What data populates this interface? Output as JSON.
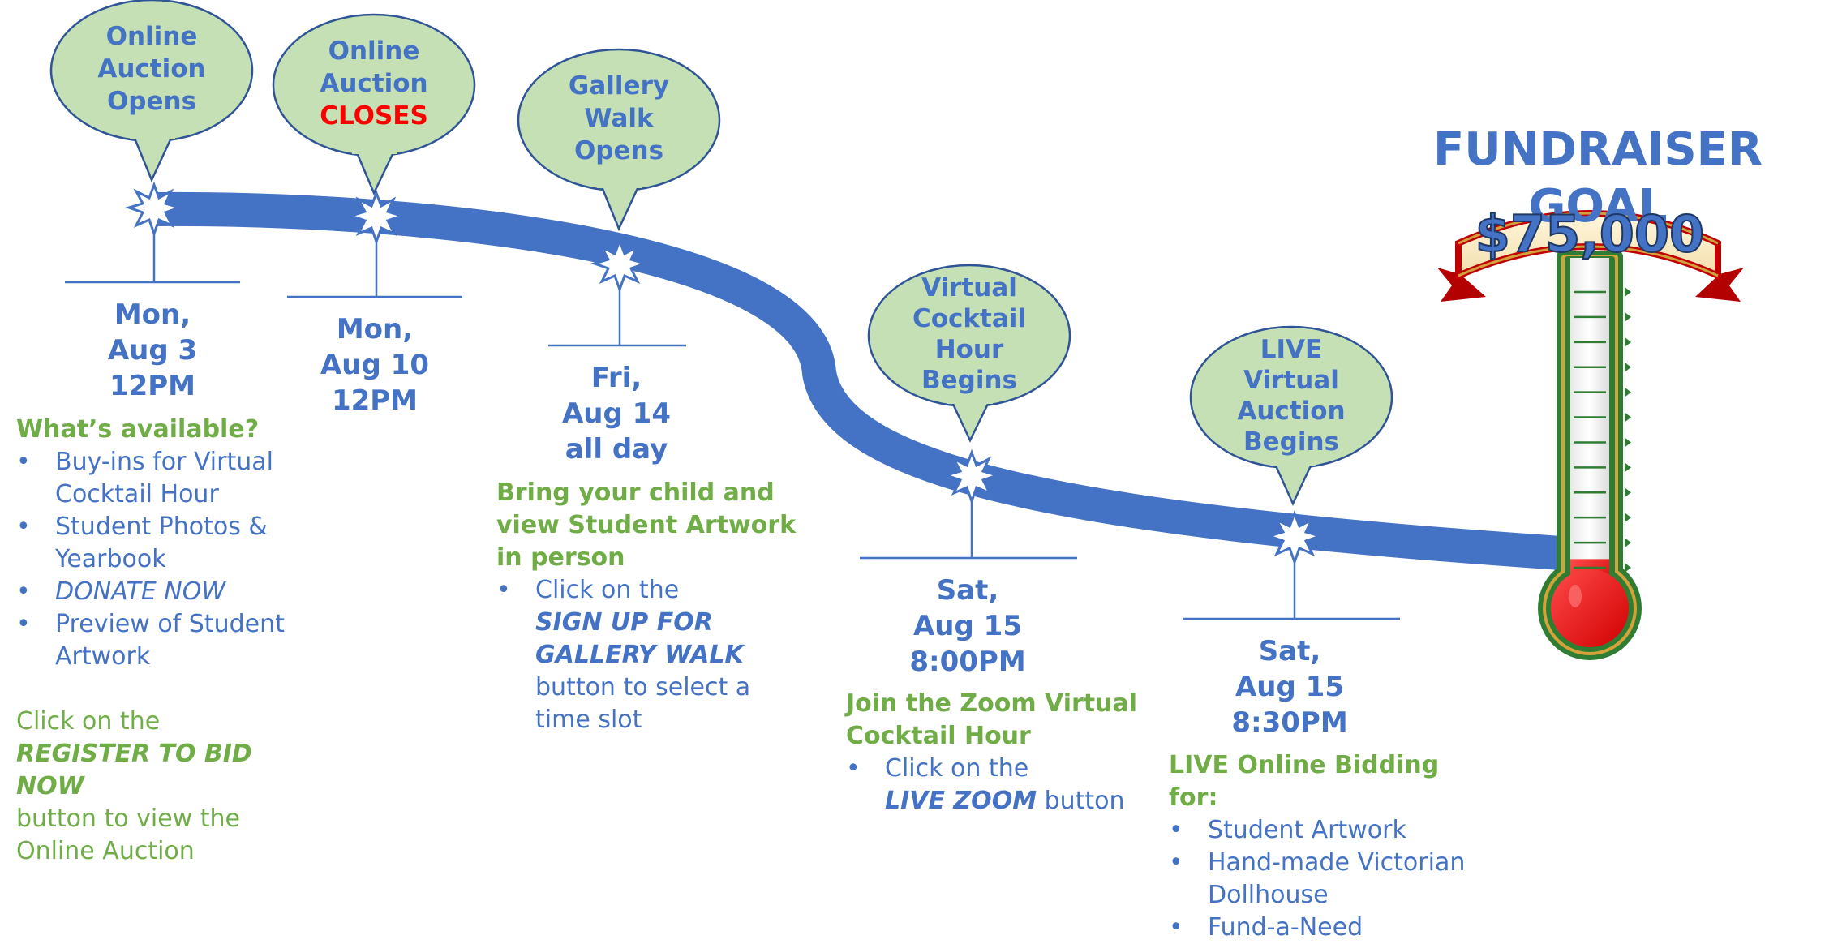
{
  "milestones": [
    {
      "bubble": [
        "Online",
        "Auction",
        "Opens"
      ],
      "date": [
        "Mon,",
        "Aug 3",
        "12PM"
      ]
    },
    {
      "bubble": [
        "Online",
        "Auction"
      ],
      "bubble_red": "CLOSES",
      "date": [
        "Mon,",
        "Aug 10",
        "12PM"
      ]
    },
    {
      "bubble": [
        "Gallery",
        "Walk",
        "Opens"
      ],
      "date": [
        "Fri,",
        "Aug 14",
        "all day"
      ]
    },
    {
      "bubble": [
        "Virtual",
        "Cocktail",
        "Hour",
        "Begins"
      ],
      "date": [
        "Sat,",
        "Aug 15",
        "8:00PM"
      ]
    },
    {
      "bubble": [
        "LIVE",
        "Virtual",
        "Auction",
        "Begins"
      ],
      "date": [
        "Sat,",
        "Aug 15",
        "8:30PM"
      ]
    }
  ],
  "details": {
    "available": {
      "heading": "What’s available?",
      "items": [
        "Buy-ins for Virtual Cocktail Hour",
        "Student Photos & Yearbook",
        "DONATE NOW",
        "Preview of Student Artwork"
      ],
      "register_pre": "Click on the",
      "register_link": "REGISTER TO BID NOW",
      "register_post": "button to view the Online Auction"
    },
    "gallery": {
      "heading": "Bring your child and view Student Artwork in person",
      "pre": "Click on the",
      "link": "SIGN UP FOR GALLERY WALK",
      "post": "button to select a time slot"
    },
    "zoom": {
      "heading": "Join the Zoom Virtual Cocktail Hour",
      "pre": "Click on the",
      "link": "LIVE ZOOM",
      "post": "button"
    },
    "live": {
      "heading": "LIVE Online Bidding for:",
      "items": [
        "Student Artwork",
        "Hand-made Victorian Dollhouse",
        "Fund-a-Need"
      ]
    }
  },
  "goal": {
    "title": "FUNDRAISER GOAL",
    "amount": "$75,000",
    "progress_fraction": 0.12
  },
  "colors": {
    "timeline_blue": "#4472c4",
    "bubble_fill": "#c5e0b4",
    "text_green": "#70ad47",
    "mercury_red": "#ff0000",
    "thermo_green": "#2e7d32",
    "banner_red": "#c00000"
  }
}
